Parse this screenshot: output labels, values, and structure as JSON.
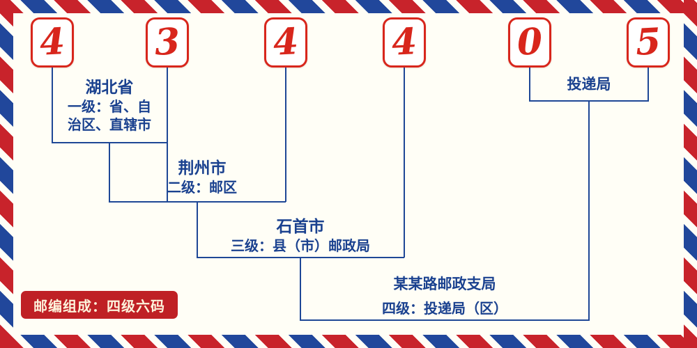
{
  "postal_code": {
    "digits": [
      "4",
      "3",
      "4",
      "4",
      "0",
      "5"
    ]
  },
  "labels": {
    "level1": {
      "name": "湖北省",
      "desc_lines": [
        "一级：省、自",
        "治区、直辖市"
      ]
    },
    "level2": {
      "name": "荆州市",
      "desc": "二级：邮区"
    },
    "level3": {
      "name": "石首市",
      "desc": "三级：县（市）邮政局"
    },
    "level4": {
      "name": "某某路邮政支局",
      "desc": "四级：投递局（区）"
    },
    "delivery": {
      "name": "投递局"
    }
  },
  "badge": {
    "text": "邮编组成：四级六码"
  },
  "colors": {
    "digit_red": "#d8261c",
    "line_blue": "#1e4796",
    "text_blue": "#1a418f",
    "badge_red": "#bf2025",
    "badge_text": "#fdf3dc",
    "stripe_red": "#c8232b",
    "stripe_blue": "#21479b",
    "background": "#fffef6"
  }
}
